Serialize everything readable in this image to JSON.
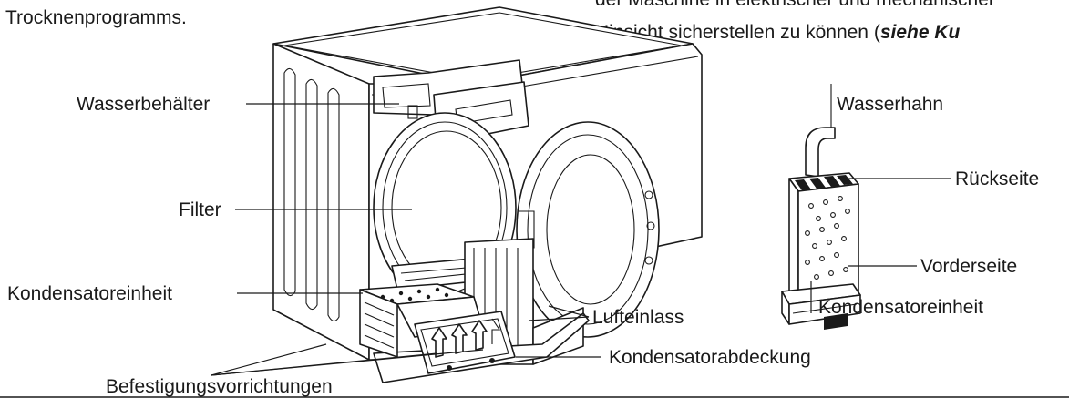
{
  "top_text": {
    "left_line": "Trocknenprogramms.",
    "right_line_1": "der Maschine in elektrischer und mechanischer",
    "right_line_2_plain": "Hinsicht sicherstellen zu können (",
    "right_line_2_italic": "siehe Ku"
  },
  "labels": {
    "water_container": "Wasserbehälter",
    "filter": "Filter",
    "condenser_unit_left": "Kondensatoreinheit",
    "air_inlet": "Lufteinlass",
    "condenser_cover": "Kondensatorabdeckung",
    "fasteners": "Befestigungsvorrichtungen",
    "water_tap": "Wasserhahn",
    "back_side": "Rückseite",
    "front_side": "Vorderseite",
    "condenser_unit_right": "Kondensatoreinheit"
  },
  "colors": {
    "ink": "#1a1a1a",
    "background": "#ffffff"
  }
}
